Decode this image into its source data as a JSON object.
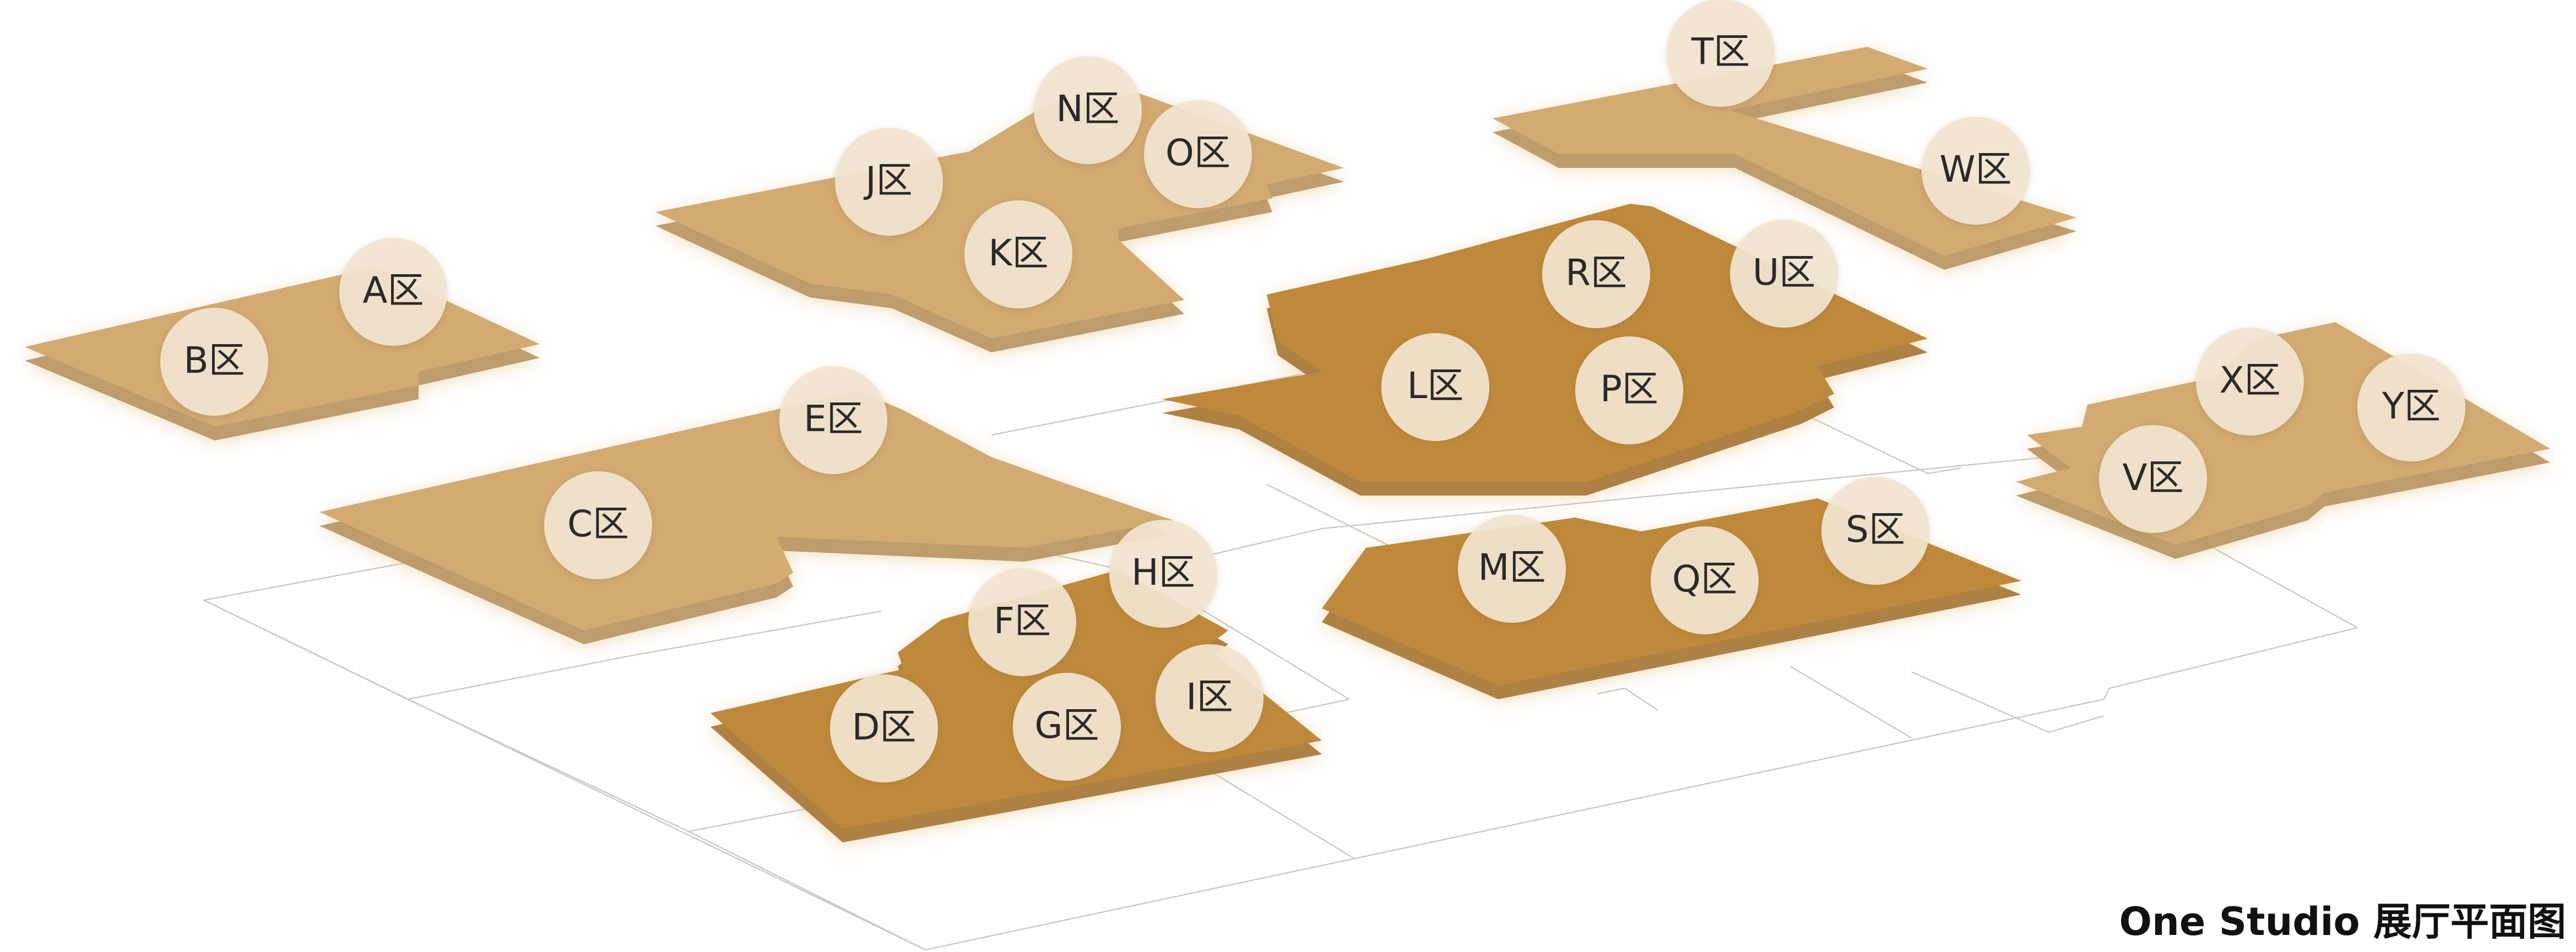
{
  "caption": "One Studio 展厅平面图",
  "colors": {
    "light_zone": "#d2aa72",
    "light_zone_edge": "#b89360",
    "dark_zone": "#bf893b",
    "dark_zone_edge": "#a57330",
    "marker_fill": "#f3e5d0",
    "marker_text": "#2a2a2a",
    "base_outline": "#c9c9c9"
  },
  "zones": [
    {
      "key": "A",
      "label": "A区",
      "tone": "light"
    },
    {
      "key": "B",
      "label": "B区",
      "tone": "light"
    },
    {
      "key": "C",
      "label": "C区",
      "tone": "light"
    },
    {
      "key": "D",
      "label": "D区",
      "tone": "dark"
    },
    {
      "key": "E",
      "label": "E区",
      "tone": "light"
    },
    {
      "key": "F",
      "label": "F区",
      "tone": "dark"
    },
    {
      "key": "G",
      "label": "G区",
      "tone": "dark"
    },
    {
      "key": "H",
      "label": "H区",
      "tone": "dark"
    },
    {
      "key": "I",
      "label": "I区",
      "tone": "dark"
    },
    {
      "key": "J",
      "label": "J区",
      "tone": "light"
    },
    {
      "key": "K",
      "label": "K区",
      "tone": "light"
    },
    {
      "key": "L",
      "label": "L区",
      "tone": "dark"
    },
    {
      "key": "M",
      "label": "M区",
      "tone": "dark"
    },
    {
      "key": "N",
      "label": "N区",
      "tone": "light"
    },
    {
      "key": "O",
      "label": "O区",
      "tone": "light"
    },
    {
      "key": "P",
      "label": "P区",
      "tone": "dark"
    },
    {
      "key": "Q",
      "label": "Q区",
      "tone": "dark"
    },
    {
      "key": "R",
      "label": "R区",
      "tone": "dark"
    },
    {
      "key": "S",
      "label": "S区",
      "tone": "dark"
    },
    {
      "key": "T",
      "label": "T区",
      "tone": "light"
    },
    {
      "key": "U",
      "label": "U区",
      "tone": "dark"
    },
    {
      "key": "V",
      "label": "V区",
      "tone": "light"
    },
    {
      "key": "W",
      "label": "W区",
      "tone": "light"
    },
    {
      "key": "X",
      "label": "X区",
      "tone": "light"
    },
    {
      "key": "Y",
      "label": "Y区",
      "tone": "light"
    }
  ]
}
